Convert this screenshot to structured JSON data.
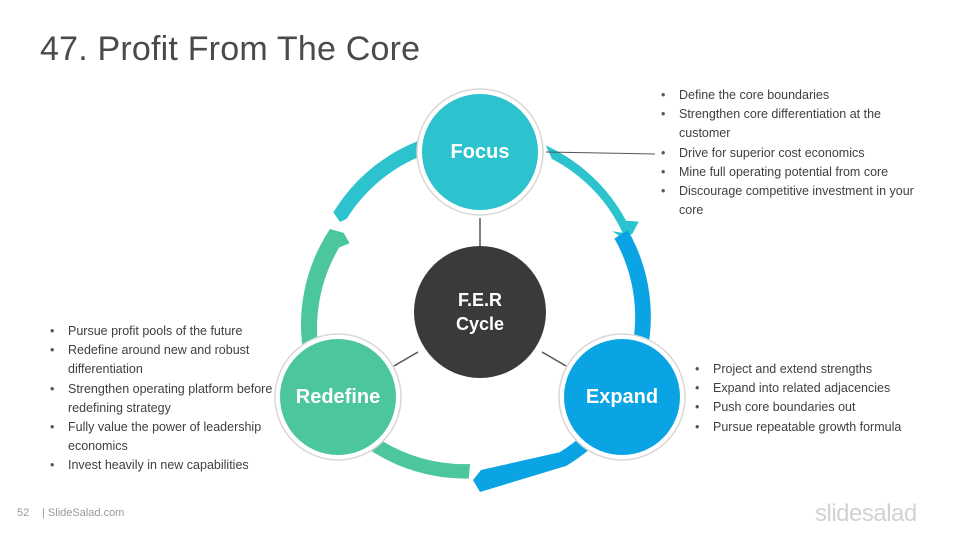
{
  "slide": {
    "title": "47. Profit From The Core",
    "page_number": "52",
    "site": "| SlideSalad.com",
    "brand": "slidesalad"
  },
  "colors": {
    "focus": "#2cc3cf",
    "expand": "#0aa4e4",
    "redefine": "#4cc79b",
    "center": "#3a3a3a"
  },
  "cycle": {
    "center": {
      "line1": "F.E.R",
      "line2": "Cycle"
    },
    "nodes": {
      "focus": {
        "label": "Focus",
        "bullets": [
          "Define the core boundaries",
          "Strengthen core differentiation  at the customer",
          "Drive for superior cost economics",
          "Mine full operating potential from core",
          "Discourage competitive investment  in your core"
        ]
      },
      "expand": {
        "label": "Expand",
        "bullets": [
          "Project  and extend strengths",
          "Expand into related adjacencies",
          "Push core boundaries  out",
          "Pursue repeatable  growth formula"
        ]
      },
      "redefine": {
        "label": "Redefine",
        "bullets": [
          "Pursue profit  pools of the future",
          "Redefine around new and robust differentiation",
          "Strengthen operating  platform before redefining  strategy",
          "Fully value the power of leadership economics",
          "Invest heavily in new capabilities"
        ]
      }
    }
  }
}
